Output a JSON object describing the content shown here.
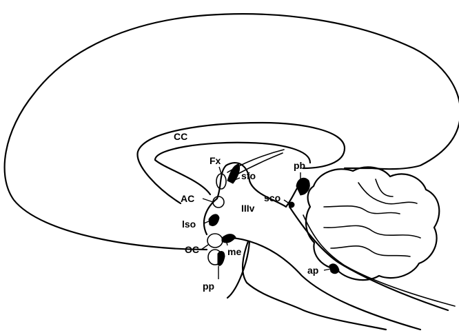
{
  "labels": {
    "cc": "CC",
    "fx": "Fx",
    "sfo": "sfo",
    "pb": "pb",
    "ac": "AC",
    "sco": "sco",
    "iiiv": "IIIv",
    "lso": "lso",
    "oc": "OC",
    "me": "me",
    "ap": "ap",
    "pp": "pp"
  }
}
